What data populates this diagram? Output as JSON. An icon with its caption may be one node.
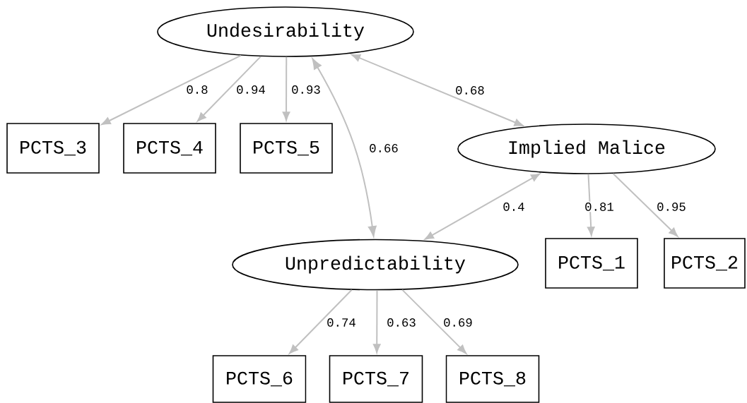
{
  "diagram": {
    "nodes": [
      {
        "text": [
          "Undesirability"
        ]
      },
      {
        "text": [
          "PCTS_3"
        ]
      },
      {
        "text": [
          "PCTS_4"
        ]
      },
      {
        "text": [
          "PCTS_5"
        ]
      },
      {
        "text": [
          "Implied Malice"
        ]
      },
      {
        "text": [
          "Unpredictability"
        ]
      },
      {
        "text": [
          "PCTS_1"
        ]
      },
      {
        "text": [
          "PCTS_2"
        ]
      },
      {
        "text": [
          "PCTS_6"
        ]
      },
      {
        "text": [
          "PCTS_7"
        ]
      },
      {
        "text": [
          "PCTS_8"
        ]
      }
    ],
    "edges": [
      {
        "from": 0,
        "to": 1,
        "arrow": "to",
        "label": "0.8"
      },
      {
        "from": 0,
        "to": 2,
        "arrow": "to",
        "label": "0.94"
      },
      {
        "from": 0,
        "to": 3,
        "arrow": "to",
        "label": "0.93"
      },
      {
        "from": 0,
        "to": 4,
        "arrow": "both",
        "label": "0.68"
      },
      {
        "from": 0,
        "to": 5,
        "arrow": "both",
        "label": "0.66"
      },
      {
        "from": 4,
        "to": 5,
        "arrow": "both",
        "label": "0.4"
      },
      {
        "from": 4,
        "to": 6,
        "arrow": "to",
        "label": "0.81"
      },
      {
        "from": 4,
        "to": 7,
        "arrow": "to",
        "label": "0.95"
      },
      {
        "from": 5,
        "to": 8,
        "arrow": "to",
        "label": "0.74"
      },
      {
        "from": 5,
        "to": 9,
        "arrow": "to",
        "label": "0.63"
      },
      {
        "from": 5,
        "to": 10,
        "arrow": "to",
        "label": "0.69"
      }
    ]
  }
}
